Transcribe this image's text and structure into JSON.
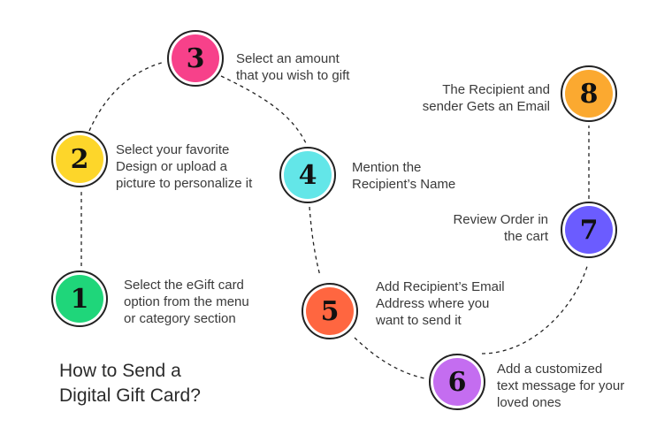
{
  "title": "How to Send a\nDigital Gift Card?",
  "steps": [
    {
      "number": "1",
      "color": "#1fd67a",
      "text": "Select the eGift card\noption from the menu\nor category section"
    },
    {
      "number": "2",
      "color": "#fdd62a",
      "text": "Select your favorite\nDesign or upload a\npicture to personalize it"
    },
    {
      "number": "3",
      "color": "#f7418a",
      "text": "Select an amount\nthat you wish to gift"
    },
    {
      "number": "4",
      "color": "#63e6e8",
      "text": "Mention the\nRecipient’s Name"
    },
    {
      "number": "5",
      "color": "#ff6640",
      "text": "Add Recipient’s Email\nAddress where you\nwant to send it"
    },
    {
      "number": "6",
      "color": "#c46df0",
      "text": "Add a customized\ntext message for your\nloved ones"
    },
    {
      "number": "7",
      "color": "#6b5cff",
      "text": "Review Order in\nthe cart"
    },
    {
      "number": "8",
      "color": "#fba930",
      "text": "The Recipient and\nsender Gets an Email"
    }
  ]
}
